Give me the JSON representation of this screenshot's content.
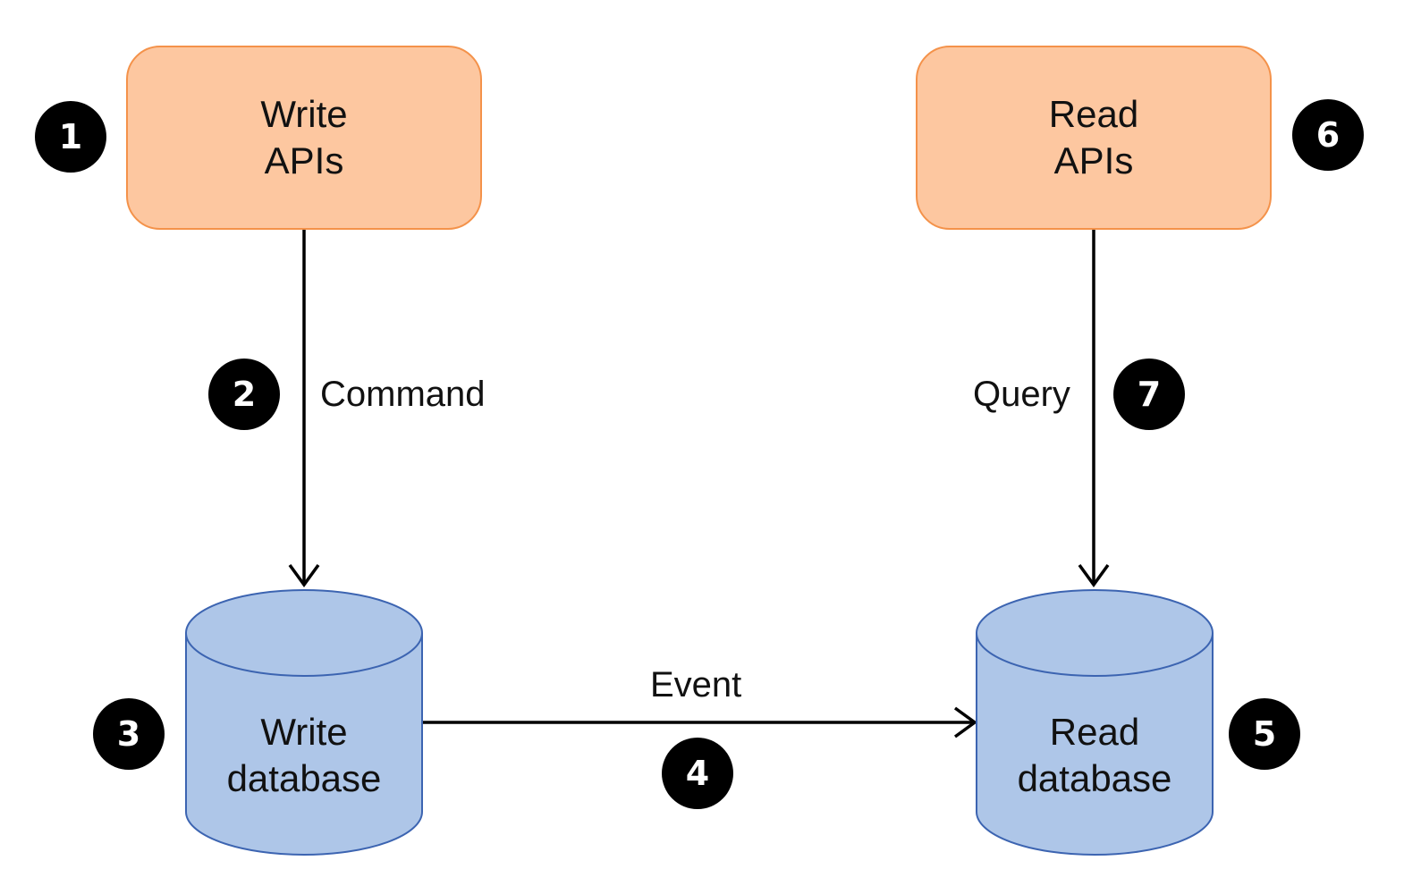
{
  "nodes": {
    "write_apis": "Write\nAPIs",
    "read_apis": "Read\nAPIs",
    "write_database": "Write\ndatabase",
    "read_database": "Read\ndatabase"
  },
  "edges": {
    "command": "Command",
    "query": "Query",
    "event": "Event"
  },
  "steps": {
    "one": "1",
    "two": "2",
    "three": "3",
    "four": "4",
    "five": "5",
    "six": "6",
    "seven": "7"
  },
  "colors": {
    "api_fill": "#fdc7a0",
    "api_border": "#f4924a",
    "db_fill": "#aec6e8",
    "db_border": "#3c64b1",
    "arrow": "#000000",
    "badge": "#000000"
  }
}
